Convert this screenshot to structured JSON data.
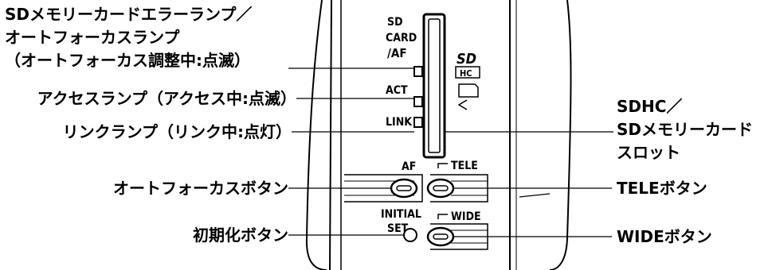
{
  "callouts": {
    "sd_lamp_line1": "SDメモリーカードエラーランプ／",
    "sd_lamp_line2": "オートフォーカスランプ",
    "sd_lamp_line3": "（オートフォーカス調整中:点滅）",
    "access_lamp": "アクセスランプ（アクセス中:点滅）",
    "link_lamp": "リンクランプ（リンク中:点灯）",
    "sdhc_line1": "SDHC／",
    "sdhc_line2": "SDメモリーカード",
    "sdhc_line3": "スロット",
    "af_button": "オートフォーカスボタン",
    "tele_button": "TELEボタン",
    "init_button": "初期化ボタン",
    "wide_button": "WIDEボタン"
  },
  "panel": {
    "sd": "SD",
    "card": "CARD",
    "af_lamp": "/AF",
    "act": "ACT",
    "link": "LINK",
    "af": "AF",
    "tele": "TELE",
    "initial": "INITIAL",
    "set": "SET",
    "wide": "WIDE",
    "sd_logo": "SD",
    "hc_logo": "HC"
  }
}
